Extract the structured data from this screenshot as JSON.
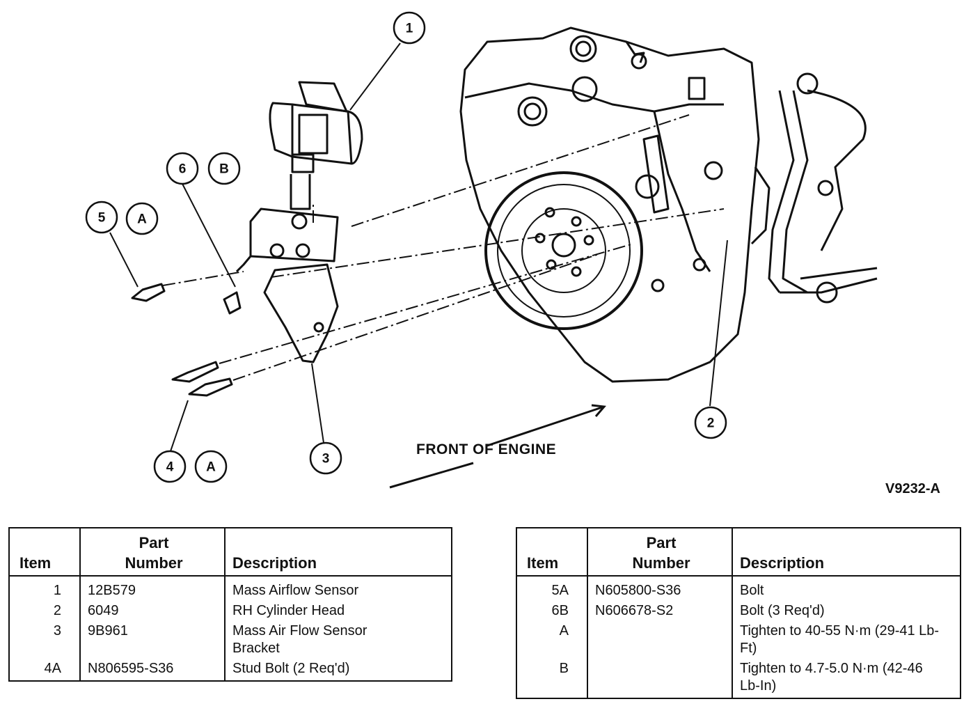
{
  "callouts": [
    "1",
    "2",
    "3",
    "4",
    "5",
    "6",
    "A",
    "B"
  ],
  "front_label": "FRONT OF ENGINE",
  "figure_code": "V9232-A",
  "table_headers": {
    "item": "Item",
    "part_line1": "Part",
    "part_line2": "Number",
    "description": "Description"
  },
  "table_left": [
    {
      "item": "1",
      "part": "12B579",
      "desc": "Mass Airflow Sensor"
    },
    {
      "item": "2",
      "part": "6049",
      "desc": "RH Cylinder Head"
    },
    {
      "item": "3",
      "part": "9B961",
      "desc": "Mass Air Flow Sensor Bracket"
    },
    {
      "item": "4A",
      "part": "N806595-S36",
      "desc": "Stud Bolt (2 Req'd)"
    }
  ],
  "table_right": [
    {
      "item": "5A",
      "part": "N605800-S36",
      "desc": "Bolt"
    },
    {
      "item": "6B",
      "part": "N606678-S2",
      "desc": "Bolt (3 Req'd)"
    },
    {
      "item": "A",
      "part": "",
      "desc": "Tighten to 40-55 N·m (29-41 Lb-Ft)"
    },
    {
      "item": "B",
      "part": "",
      "desc": "Tighten to 4.7-5.0 N·m (42-46 Lb-In)"
    }
  ]
}
